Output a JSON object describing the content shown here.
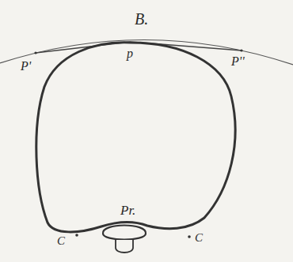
{
  "diagram": {
    "labels": [
      "B.",
      "P'",
      "p",
      "P''",
      "Pr.",
      "C",
      "C"
    ]
  }
}
